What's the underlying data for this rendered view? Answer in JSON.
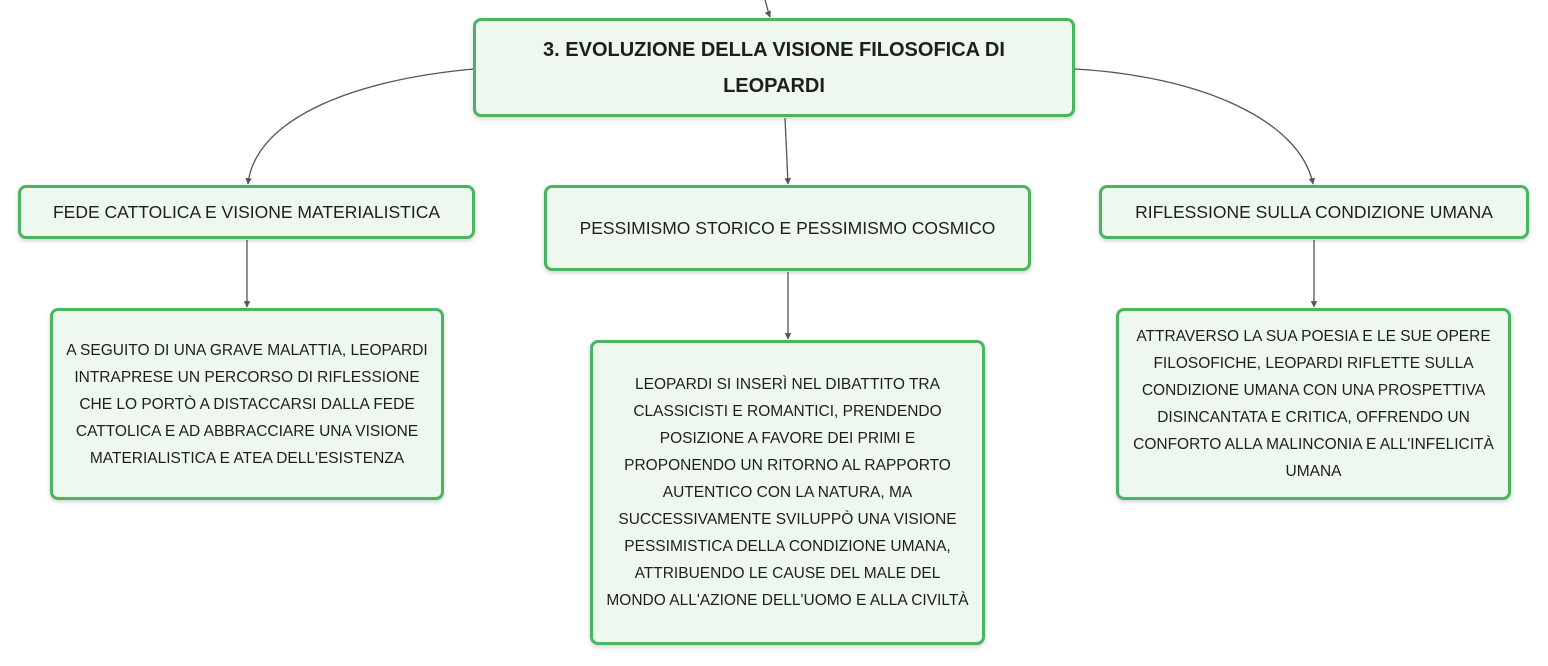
{
  "mindmap": {
    "root": {
      "label": "3. EVOLUZIONE DELLA VISIONE FILOSOFICA DI LEOPARDI"
    },
    "branches": [
      {
        "label": "FEDE CATTOLICA E VISIONE MATERIALISTICA",
        "detail": "A SEGUITO DI UNA GRAVE MALATTIA, LEOPARDI INTRAPRESE UN PERCORSO DI RIFLESSIONE CHE LO PORTÒ A DISTACCARSI DALLA FEDE CATTOLICA E AD ABBRACCIARE UNA VISIONE MATERIALISTICA E ATEA DELL'ESISTENZA"
      },
      {
        "label": "PESSIMISMO STORICO E PESSIMISMO COSMICO",
        "detail": "LEOPARDI SI INSERÌ NEL DIBATTITO TRA CLASSICISTI E ROMANTICI, PRENDENDO POSIZIONE A FAVORE DEI PRIMI E PROPONENDO UN RITORNO AL RAPPORTO AUTENTICO CON LA NATURA, MA SUCCESSIVAMENTE SVILUPPÒ UNA VISIONE PESSIMISTICA DELLA CONDIZIONE UMANA, ATTRIBUENDO LE CAUSE DEL MALE DEL MONDO ALL'AZIONE DELL'UOMO E ALLA CIVILTÀ"
      },
      {
        "label": "RIFLESSIONE SULLA CONDIZIONE UMANA",
        "detail": "ATTRAVERSO LA SUA POESIA E LE SUE OPERE FILOSOFICHE, LEOPARDI RIFLETTE SULLA CONDIZIONE UMANA CON UNA PROSPETTIVA DISINCANTATA E CRITICA, OFFRENDO UN CONFORTO ALLA MALINCONIA E ALL'INFELICITÀ UMANA"
      }
    ]
  },
  "colors": {
    "node_border": "#4ab560",
    "node_fill": "#eef8ef",
    "connector": "#555555"
  }
}
